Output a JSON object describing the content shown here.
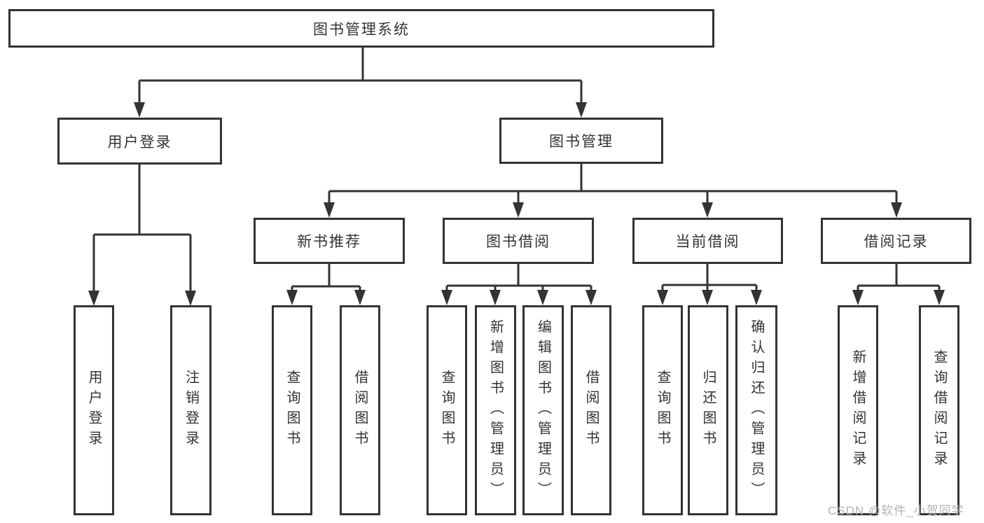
{
  "tree": {
    "label": "图书管理系统",
    "children": [
      {
        "label": "用户登录",
        "children": [
          {
            "label": "用户登录"
          },
          {
            "label": "注销登录"
          }
        ]
      },
      {
        "label": "图书管理",
        "children": [
          {
            "label": "新书推荐",
            "children": [
              {
                "label": "查询图书"
              },
              {
                "label": "借阅图书"
              }
            ]
          },
          {
            "label": "图书借阅",
            "children": [
              {
                "label": "查询图书"
              },
              {
                "label": "新增图书（管理员）"
              },
              {
                "label": "编辑图书（管理员）"
              },
              {
                "label": "借阅图书"
              }
            ]
          },
          {
            "label": "当前借阅",
            "children": [
              {
                "label": "查询图书"
              },
              {
                "label": "归还图书"
              },
              {
                "label": "确认归还（管理员）"
              }
            ]
          },
          {
            "label": "借阅记录",
            "children": [
              {
                "label": "新增借阅记录"
              },
              {
                "label": "查询借阅记录"
              }
            ]
          }
        ]
      }
    ]
  },
  "watermark": {
    "text": "CSDN @软件_小贺同学"
  },
  "colors": {
    "line": "#333333",
    "text": "#333333",
    "watermark": "#b2b2b2",
    "background": "#ffffff"
  }
}
